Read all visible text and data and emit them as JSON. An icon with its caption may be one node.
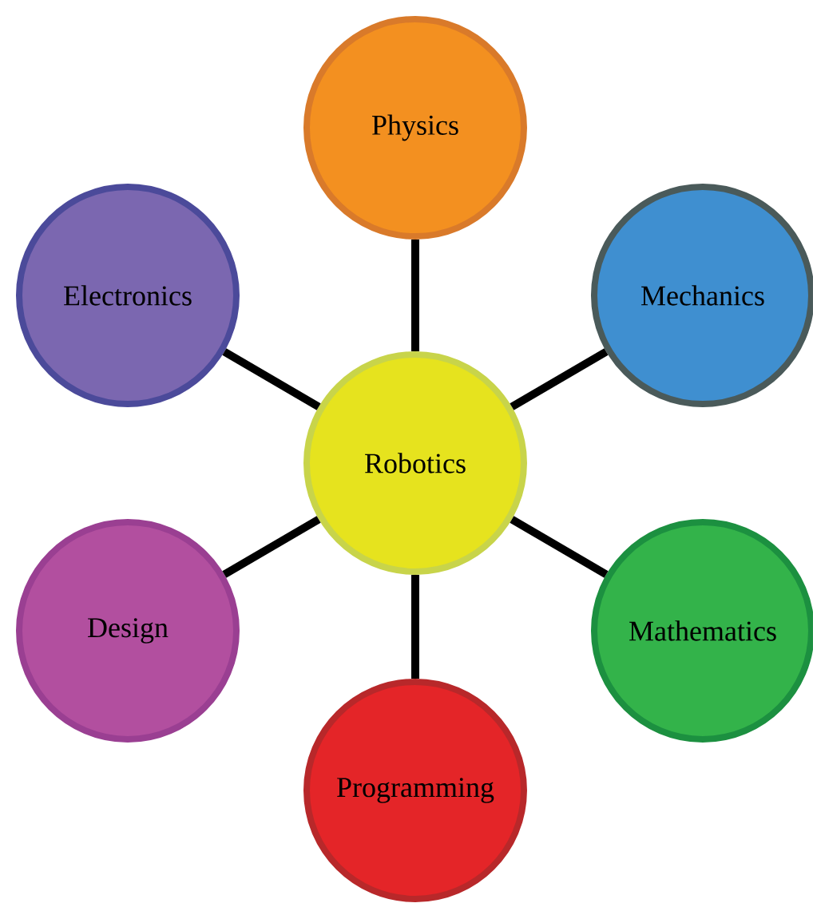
{
  "diagram": {
    "nodes": [
      {
        "text": [
          "Physics"
        ]
      },
      {
        "text": [
          "Electronics"
        ]
      },
      {
        "text": [
          "Mechanics"
        ]
      },
      {
        "text": [
          "Robotics"
        ]
      },
      {
        "text": [
          "Design"
        ]
      },
      {
        "text": [
          "Mathematics"
        ]
      },
      {
        "text": [
          "Programming"
        ]
      }
    ],
    "edges": [
      {
        "from": 3,
        "to": 0,
        "arrow": "none"
      },
      {
        "from": 3,
        "to": 1,
        "arrow": "none"
      },
      {
        "from": 3,
        "to": 2,
        "arrow": "none"
      },
      {
        "from": 3,
        "to": 4,
        "arrow": "none"
      },
      {
        "from": 3,
        "to": 5,
        "arrow": "none"
      },
      {
        "from": 3,
        "to": 6,
        "arrow": "none"
      }
    ]
  }
}
